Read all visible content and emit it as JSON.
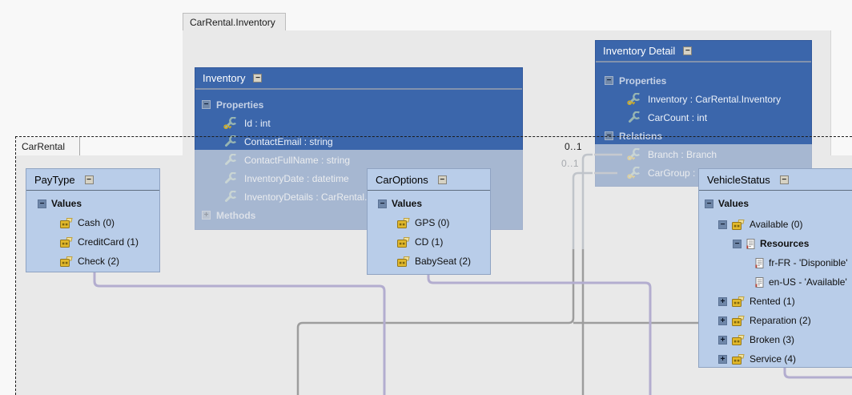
{
  "colors": {
    "entity_blue": "#3b66ab",
    "enum_box_blue": "#b9cde9",
    "connector_purple": "#b3adcf",
    "connector_gray": "#9d9d9d",
    "compartment_gray": "#e9e9e9"
  },
  "icons": {
    "collapse": "−",
    "expand": "+"
  },
  "compartments": {
    "inventory": {
      "tab": "CarRental.Inventory"
    },
    "carrental": {
      "tab": "CarRental"
    }
  },
  "entities": {
    "inventory": {
      "title": "Inventory",
      "properties_label": "Properties",
      "methods_label": "Methods",
      "properties": [
        {
          "text": "Id : int",
          "keyed": true
        },
        {
          "text": "ContactEmail : string",
          "keyed": false
        },
        {
          "text": "ContactFullName : string",
          "keyed": false
        },
        {
          "text": "InventoryDate : datetime",
          "keyed": false
        },
        {
          "text": "InventoryDetails : CarRental.InventoryDetailCollection",
          "keyed": false
        }
      ]
    },
    "inventory_detail": {
      "title": "Inventory Detail",
      "properties_label": "Properties",
      "relations_label": "Relations",
      "properties": [
        {
          "text": "Inventory : CarRental.Inventory",
          "keyed": true
        },
        {
          "text": "CarCount : int",
          "keyed": false
        }
      ],
      "relations": [
        {
          "text": "Branch : Branch",
          "keyed": true
        },
        {
          "text": "CarGroup : CarGroup",
          "keyed": true
        }
      ]
    }
  },
  "enums": {
    "paytype": {
      "title": "PayType",
      "section": "Values",
      "values": [
        "Cash (0)",
        "CreditCard (1)",
        "Check (2)"
      ]
    },
    "caroptions": {
      "title": "CarOptions",
      "section": "Values",
      "values": [
        "GPS (0)",
        "CD (1)",
        "BabySeat (2)"
      ]
    },
    "vehiclestatus": {
      "title": "VehicleStatus",
      "section": "Values",
      "available": "Available (0)",
      "resources_label": "Resources",
      "resources": [
        "fr-FR - 'Disponible'",
        "en-US - 'Available'"
      ],
      "collapsed_values": [
        "Rented (1)",
        "Reparation (2)",
        "Broken (3)",
        "Service (4)"
      ]
    }
  },
  "connector_labels": {
    "branch_multiplicity": "0..1",
    "cargroup_multiplicity": "0..1"
  }
}
